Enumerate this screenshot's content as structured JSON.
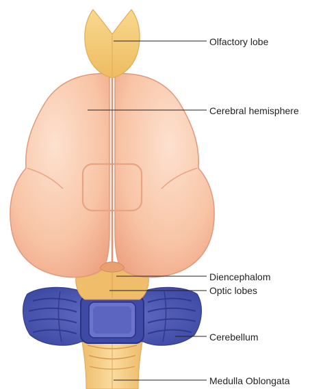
{
  "diagram": {
    "labels": {
      "olfactory_lobe": "Olfactory lobe",
      "cerebral_hemisphere": "Cerebral hemisphere",
      "diencephalom": "Diencephalom",
      "optic_lobes": "Optic lobes",
      "cerebellum": "Cerebellum",
      "medulla_oblongata": "Medulla Oblongata"
    },
    "colors": {
      "cerebrum": "#f6b995",
      "cerebrum_edge": "#e79a78",
      "olfactory": "#f7cf7a",
      "brainstem": "#f3c97c",
      "cerebellum": "#5560b8",
      "leader_line": "#231f20",
      "text": "#231f20"
    }
  }
}
